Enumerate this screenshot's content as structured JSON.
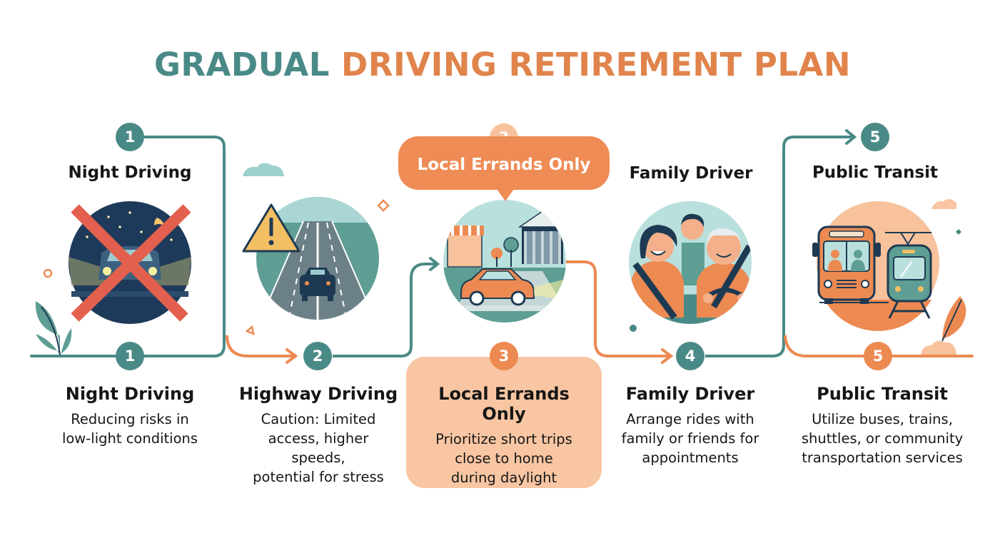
{
  "title": {
    "part1": "GRADUAL",
    "part2": "DRIVING RETIREMENT PLAN"
  },
  "colors": {
    "teal": "#4a8a86",
    "orange": "#ec8a52",
    "peach": "#f8c6a2",
    "navy": "#1e3a52",
    "red_x": "#e4604e"
  },
  "steps": [
    {
      "number": "1",
      "top_label": "Night Driving",
      "icon": "night-car-crossed-out-icon",
      "heading": "Night Driving",
      "description_lines": [
        "Reducing risks in",
        "low-light conditions"
      ]
    },
    {
      "number": "2",
      "top_label": "",
      "icon": "highway-warning-icon",
      "heading": "Highway Driving",
      "description_lines": [
        "Caution: Limited",
        "access, higher",
        "speeds,",
        "potential for stress"
      ]
    },
    {
      "number": "3",
      "top_label": "Local Errands Only",
      "icon": "local-errands-car-store-bank-icon",
      "heading": "Local Errands Only",
      "description_lines": [
        "Prioritize short trips",
        "close to home",
        "during daylight"
      ],
      "highlighted": true
    },
    {
      "number": "4",
      "top_label": "Family Driver",
      "icon": "family-driver-icon",
      "heading": "Family Driver",
      "description_lines": [
        "Arrange rides with",
        "family or friends for",
        "appointments"
      ]
    },
    {
      "number": "5",
      "top_label": "Public Transit",
      "icon": "bus-and-tram-icon",
      "heading": "Public Transit",
      "description_lines": [
        "Utilize buses, trains,",
        "shuttles, or community",
        "transportation services"
      ]
    }
  ]
}
